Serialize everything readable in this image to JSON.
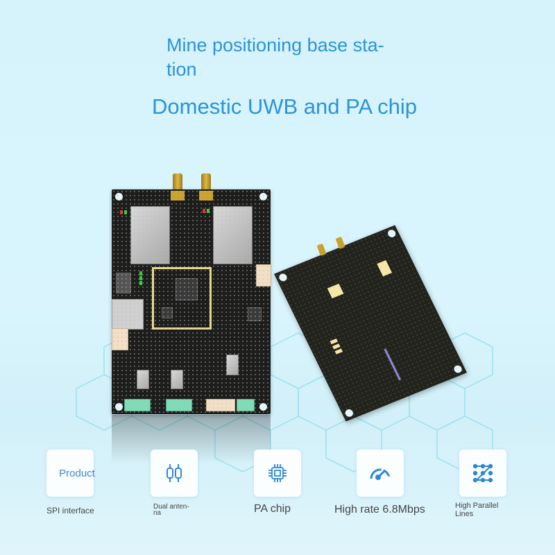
{
  "header": {
    "title_line1": "Mine positioning base sta-",
    "title_line2": "tion",
    "subtitle": "Domestic UWB and PA chip"
  },
  "colors": {
    "title": "#2b93d8",
    "background": "#d6f3fc",
    "icon_blue": "#2f86d6",
    "pcb": "#1d1d1b"
  },
  "features": [
    {
      "card_text": "Product",
      "icon": "none",
      "label": "SPI interface"
    },
    {
      "icon": "dual-antenna-icon",
      "label_line1": "Dual anten-",
      "label_line2": "na"
    },
    {
      "icon": "chip-icon",
      "label": "PA chip"
    },
    {
      "icon": "speedometer-icon",
      "label": "High rate 6.8Mbps"
    },
    {
      "icon": "parallel-lines-icon",
      "label_line1": "High Parallel",
      "label_line2": "Lines"
    }
  ]
}
